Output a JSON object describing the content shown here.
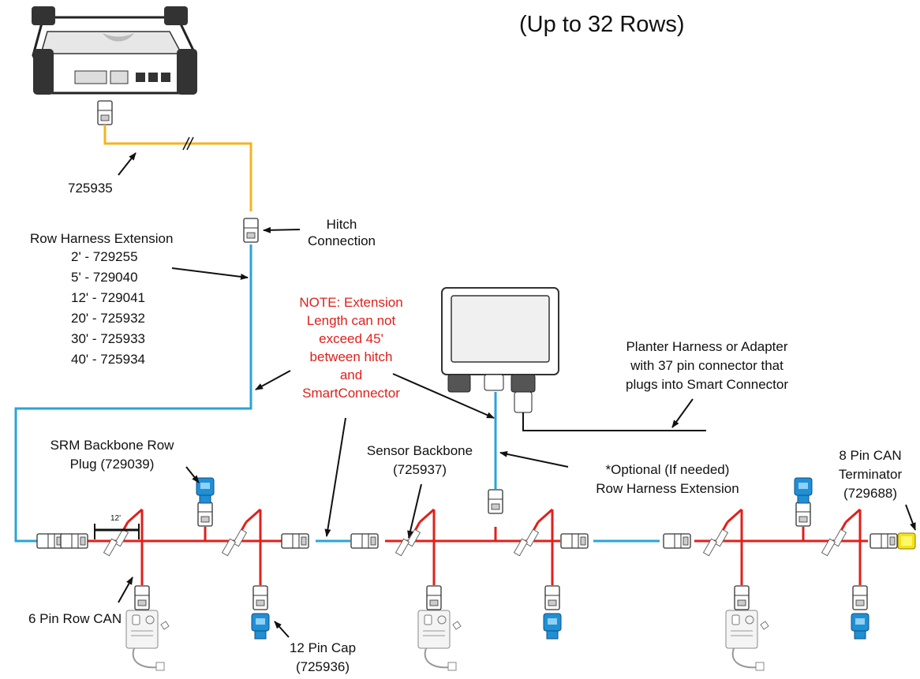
{
  "title": "(Up to 32 Rows)",
  "colors": {
    "orange_cable": "#f5b31f",
    "blue_cable": "#2aa3d9",
    "red_backbone": "#e0201b",
    "blue_cap": "#1f8fd6",
    "yellow_terminator": "#f4e11a",
    "note_text": "#e0201b"
  },
  "labels": {
    "harness_725935": "725935",
    "hitch_line1": "Hitch",
    "hitch_line2": "Connection",
    "row_ext_title": "Row Harness Extension",
    "row_ext_options": [
      "2' - 729255",
      "5' - 729040",
      "12' - 729041",
      "20' - 725932",
      "30' - 725933",
      "40' - 725934"
    ],
    "note_lines": [
      "NOTE: Extension",
      "Length can not",
      "exceed 45'",
      "between hitch",
      "and",
      "SmartConnector"
    ],
    "planter_lines": [
      "Planter Harness or Adapter",
      "with 37 pin connector that",
      "plugs into Smart Connector"
    ],
    "srm_lines": [
      "SRM Backbone Row",
      "Plug (729039)"
    ],
    "sensor_lines": [
      "Sensor Backbone",
      "(725937)"
    ],
    "optional_lines": [
      "*Optional (If needed)",
      "Row Harness Extension"
    ],
    "terminator_lines": [
      "8 Pin CAN",
      "Terminator",
      "(729688)"
    ],
    "row_can": "6 Pin Row CAN",
    "cap_lines": [
      "12 Pin Cap",
      "(725936)"
    ],
    "dimension": "12'"
  },
  "icons": [
    "display-unit-icon",
    "smart-connector-icon",
    "row-module-icon",
    "connector-icon",
    "blue-cap-icon",
    "can-terminator-icon",
    "arrow-icon"
  ]
}
